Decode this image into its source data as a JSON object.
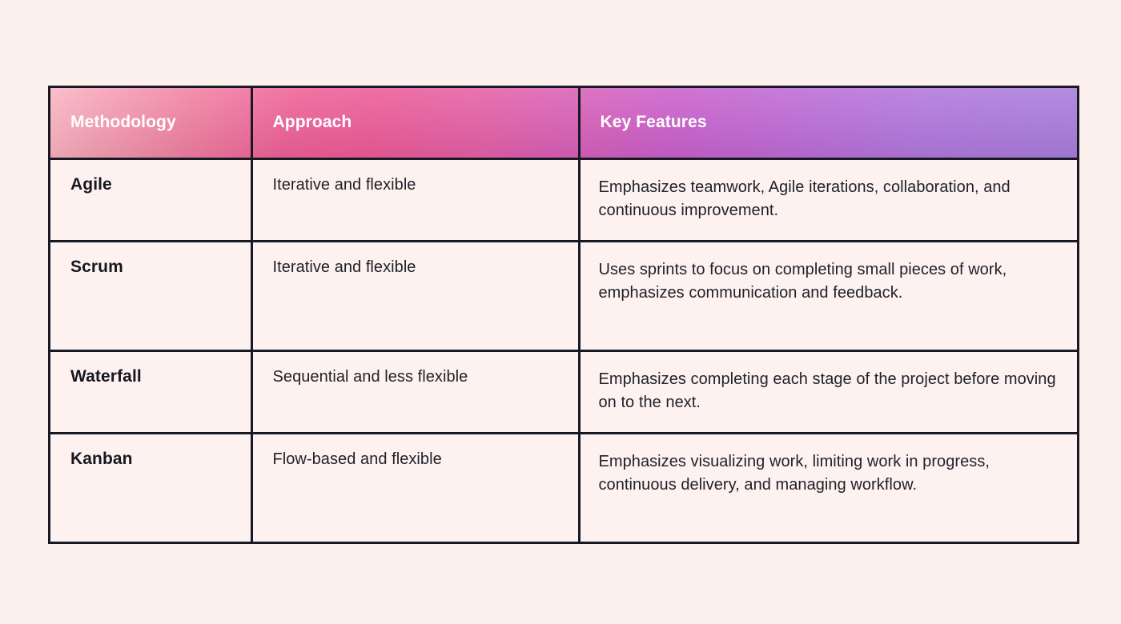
{
  "page": {
    "background_color": "#fdf1ee",
    "cell_background_color": "#fdf2f0",
    "border_color": "#191923",
    "header_gradient_start": "#fab6c3",
    "header_gradient_mid_pink": "#ec5a97",
    "header_gradient_mid_magenta": "#c95fcc",
    "header_gradient_end": "#a77cdb",
    "header_text_color": "#ffffff",
    "body_text_color": "#21212b"
  },
  "table": {
    "columns": [
      {
        "key": "methodology",
        "label": "Methodology"
      },
      {
        "key": "approach",
        "label": "Approach"
      },
      {
        "key": "features",
        "label": "Key Features"
      }
    ],
    "rows": [
      {
        "methodology": "Agile",
        "approach": "Iterative and flexible",
        "features": "Emphasizes teamwork, Agile iterations, collaboration, and continuous improvement."
      },
      {
        "methodology": "Scrum",
        "approach": "Iterative and flexible",
        "features": "Uses sprints to focus on completing small pieces of work, emphasizes communication and feedback."
      },
      {
        "methodology": "Waterfall",
        "approach": "Sequential and less flexible",
        "features": "Emphasizes completing each stage of the project before moving on to the next."
      },
      {
        "methodology": "Kanban",
        "approach": "Flow-based and flexible",
        "features": "Emphasizes visualizing work, limiting work in progress, continuous delivery, and managing workflow."
      }
    ]
  }
}
